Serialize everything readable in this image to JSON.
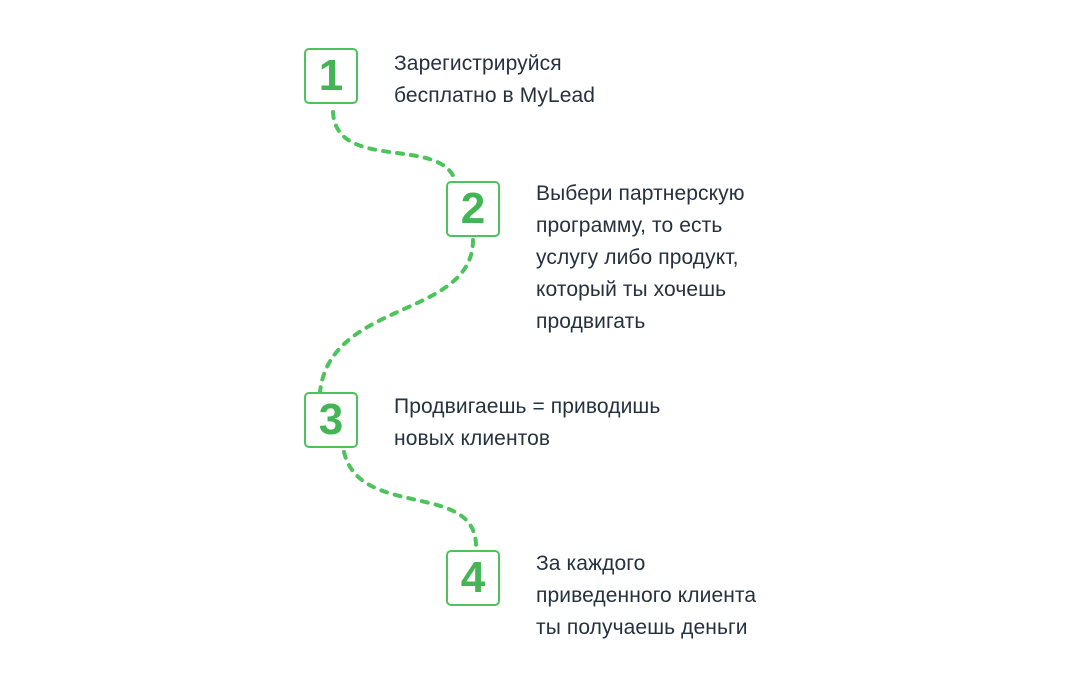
{
  "colors": {
    "accent": "#4cc35b",
    "number": "#44b554",
    "text": "#26313f",
    "background": "#ffffff"
  },
  "steps": [
    {
      "number": "1",
      "lines": [
        "Зарегистрируйся",
        "бесплатно в MyLead"
      ]
    },
    {
      "number": "2",
      "lines": [
        "Выбери партнерскую",
        "программу, то есть",
        "услугу либо продукт,",
        "который ты хочешь",
        "продвигать"
      ]
    },
    {
      "number": "3",
      "lines": [
        "Продвигаешь = приводишь",
        "новых клиентов"
      ]
    },
    {
      "number": "4",
      "lines": [
        "За каждого",
        "приведенного клиента",
        "ты получаешь деньги"
      ]
    }
  ]
}
